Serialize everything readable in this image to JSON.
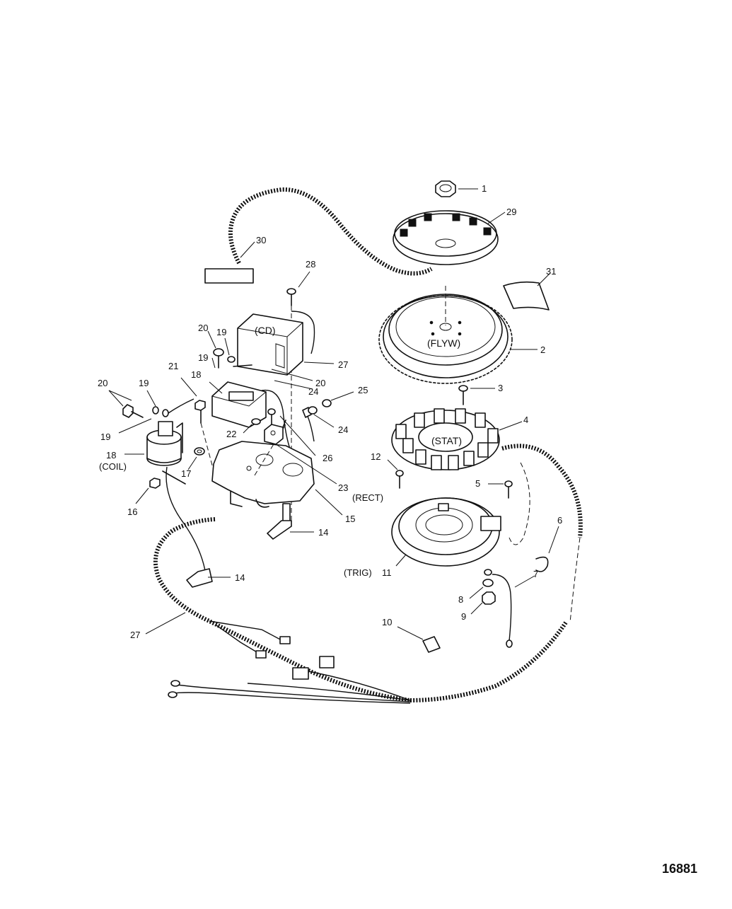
{
  "figure_number": "16881",
  "callouts": [
    {
      "id": "c1",
      "text": "1"
    },
    {
      "id": "c2",
      "text": "2"
    },
    {
      "id": "c3",
      "text": "3"
    },
    {
      "id": "c4",
      "text": "4"
    },
    {
      "id": "c5",
      "text": "5"
    },
    {
      "id": "c6",
      "text": "6"
    },
    {
      "id": "c7",
      "text": "7"
    },
    {
      "id": "c8",
      "text": "8"
    },
    {
      "id": "c9",
      "text": "9"
    },
    {
      "id": "c10",
      "text": "10"
    },
    {
      "id": "c11",
      "text": "11"
    },
    {
      "id": "c12",
      "text": "12"
    },
    {
      "id": "c14a",
      "text": "14"
    },
    {
      "id": "c14b",
      "text": "14"
    },
    {
      "id": "c15",
      "text": "15"
    },
    {
      "id": "c16",
      "text": "16"
    },
    {
      "id": "c17",
      "text": "17"
    },
    {
      "id": "c18",
      "text": "18"
    },
    {
      "id": "c18b",
      "text": "18"
    },
    {
      "id": "c19a",
      "text": "19"
    },
    {
      "id": "c19b",
      "text": "19"
    },
    {
      "id": "c19c",
      "text": "19"
    },
    {
      "id": "c19d",
      "text": "19"
    },
    {
      "id": "c20a",
      "text": "20"
    },
    {
      "id": "c20b",
      "text": "20"
    },
    {
      "id": "c20c",
      "text": "20"
    },
    {
      "id": "c21",
      "text": "21"
    },
    {
      "id": "c22",
      "text": "22"
    },
    {
      "id": "c23",
      "text": "23"
    },
    {
      "id": "c24a",
      "text": "24"
    },
    {
      "id": "c24b",
      "text": "24"
    },
    {
      "id": "c25",
      "text": "25"
    },
    {
      "id": "c26",
      "text": "26"
    },
    {
      "id": "c27a",
      "text": "27"
    },
    {
      "id": "c27b",
      "text": "27"
    },
    {
      "id": "c28",
      "text": "28"
    },
    {
      "id": "c29",
      "text": "29"
    },
    {
      "id": "c30",
      "text": "30"
    },
    {
      "id": "c31",
      "text": "31"
    }
  ],
  "component_tags": {
    "cd": "(CD)",
    "flyw": "(FLYW)",
    "stat": "(STAT)",
    "rect": "(RECT)",
    "coil": "(COIL)",
    "trig": "(TRIG)"
  }
}
